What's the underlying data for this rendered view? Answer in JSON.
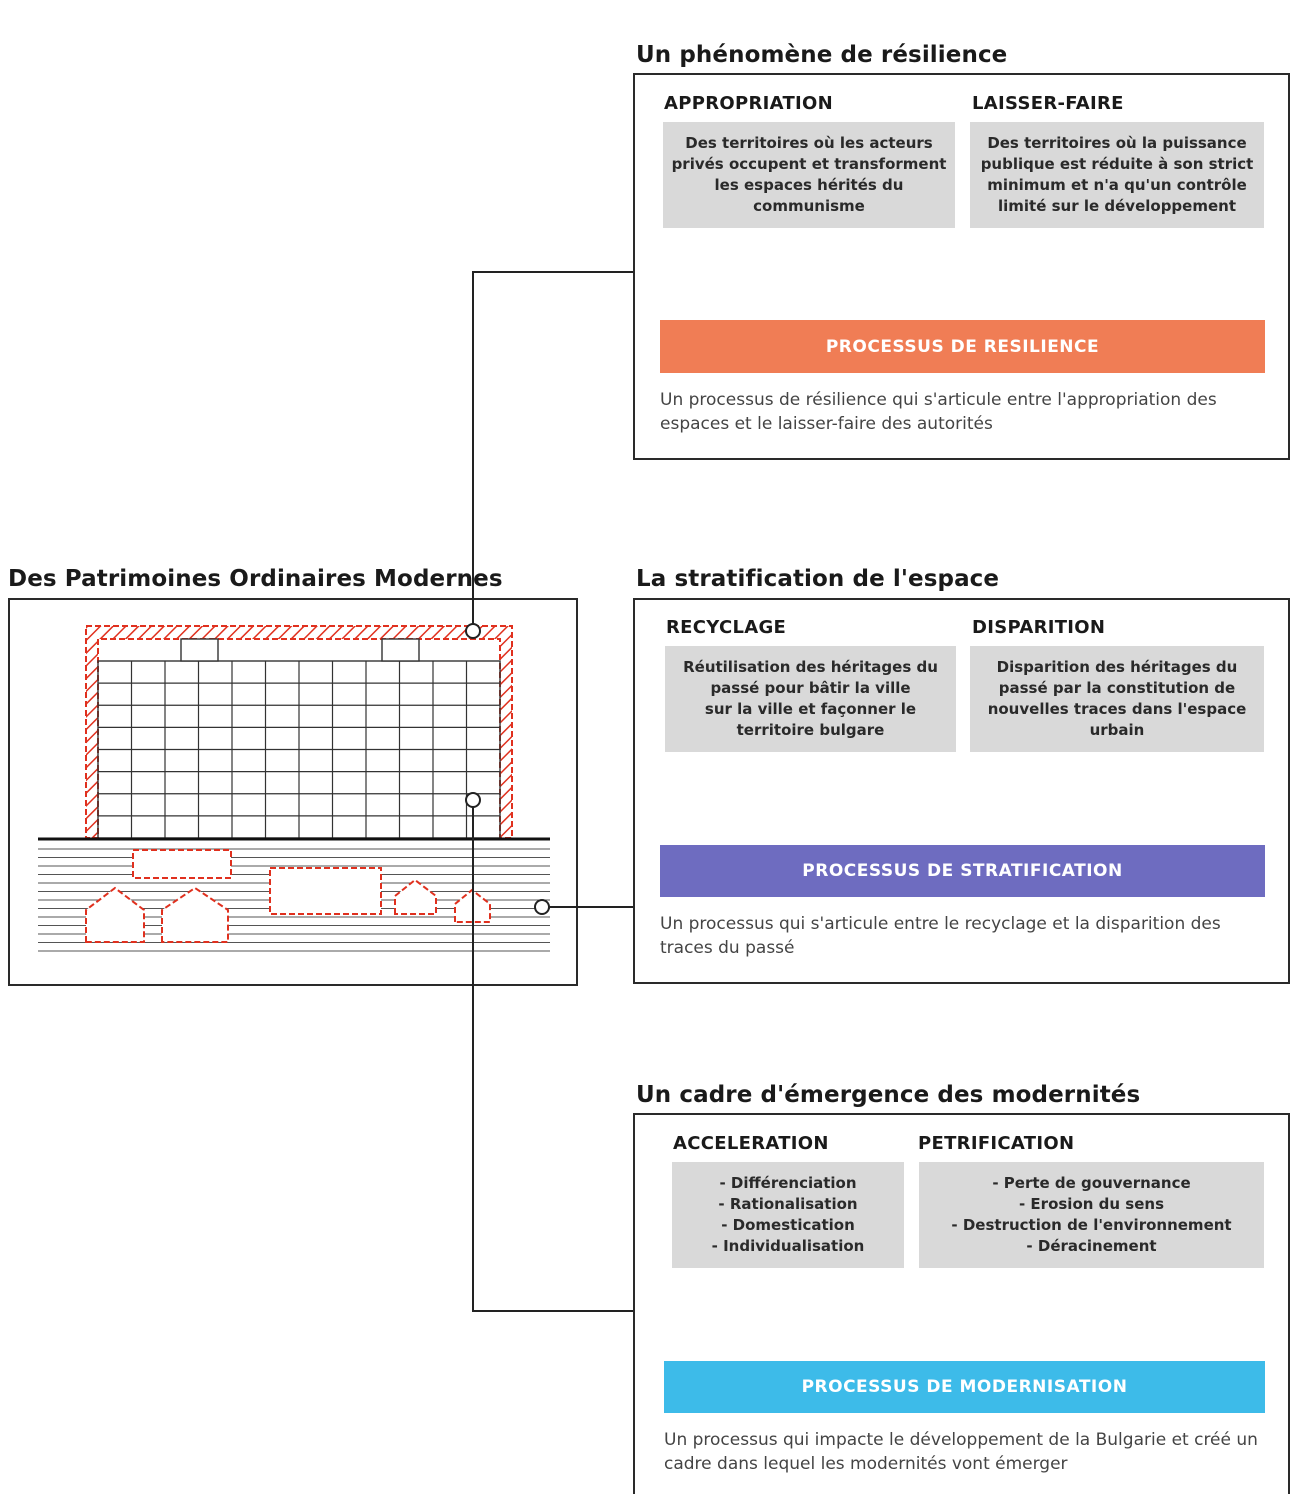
{
  "left": {
    "title": "Des Patrimoines Ordinaires Modernes"
  },
  "colors": {
    "resilience": "#f07d55",
    "stratification": "#6e6cc0",
    "modernisation": "#3dbbe9",
    "desc_box": "#d9d9d9",
    "hatch": "#e0301e"
  },
  "sections": [
    {
      "title": "Un phénomène de résilience",
      "left_label": "APPROPRIATION",
      "right_label": "LAISSER-FAIRE",
      "left_text": "Des territoires où les acteurs\nprivés occupent et transforment\nles espaces hérités du\ncommunisme",
      "right_text": "Des territoires où la puissance\npublique est réduite à son strict\nminimum et n'a qu'un contrôle\nlimité sur le développement",
      "process": "PROCESSUS DE RESILIENCE",
      "note": "Un processus de résilience qui s'articule entre l'appropriation des espaces et le laisser-faire des autorités"
    },
    {
      "title": "La stratification de l'espace",
      "left_label": "RECYCLAGE",
      "right_label": "DISPARITION",
      "left_text": "Réutilisation des héritages du\npassé pour bâtir la ville\nsur la ville et façonner le\nterritoire bulgare",
      "right_text": "Disparition des héritages du\npassé par la constitution de\nnouvelles traces dans l'espace\nurbain",
      "process": "PROCESSUS DE STRATIFICATION",
      "note": "Un processus qui s'articule entre le recyclage et la disparition des traces du passé"
    },
    {
      "title": "Un cadre d'émergence des modernités",
      "left_label": "ACCELERATION",
      "right_label": "PETRIFICATION",
      "left_text": "- Différenciation\n- Rationalisation\n- Domestication\n- Individualisation",
      "right_text": "- Perte de gouvernance\n- Erosion du sens\n- Destruction de l'environnement\n- Déracinement",
      "process": "PROCESSUS DE MODERNISATION",
      "note": "Un processus qui impacte le développement de la Bulgarie et créé un cadre dans lequel les modernités vont émerger"
    }
  ]
}
